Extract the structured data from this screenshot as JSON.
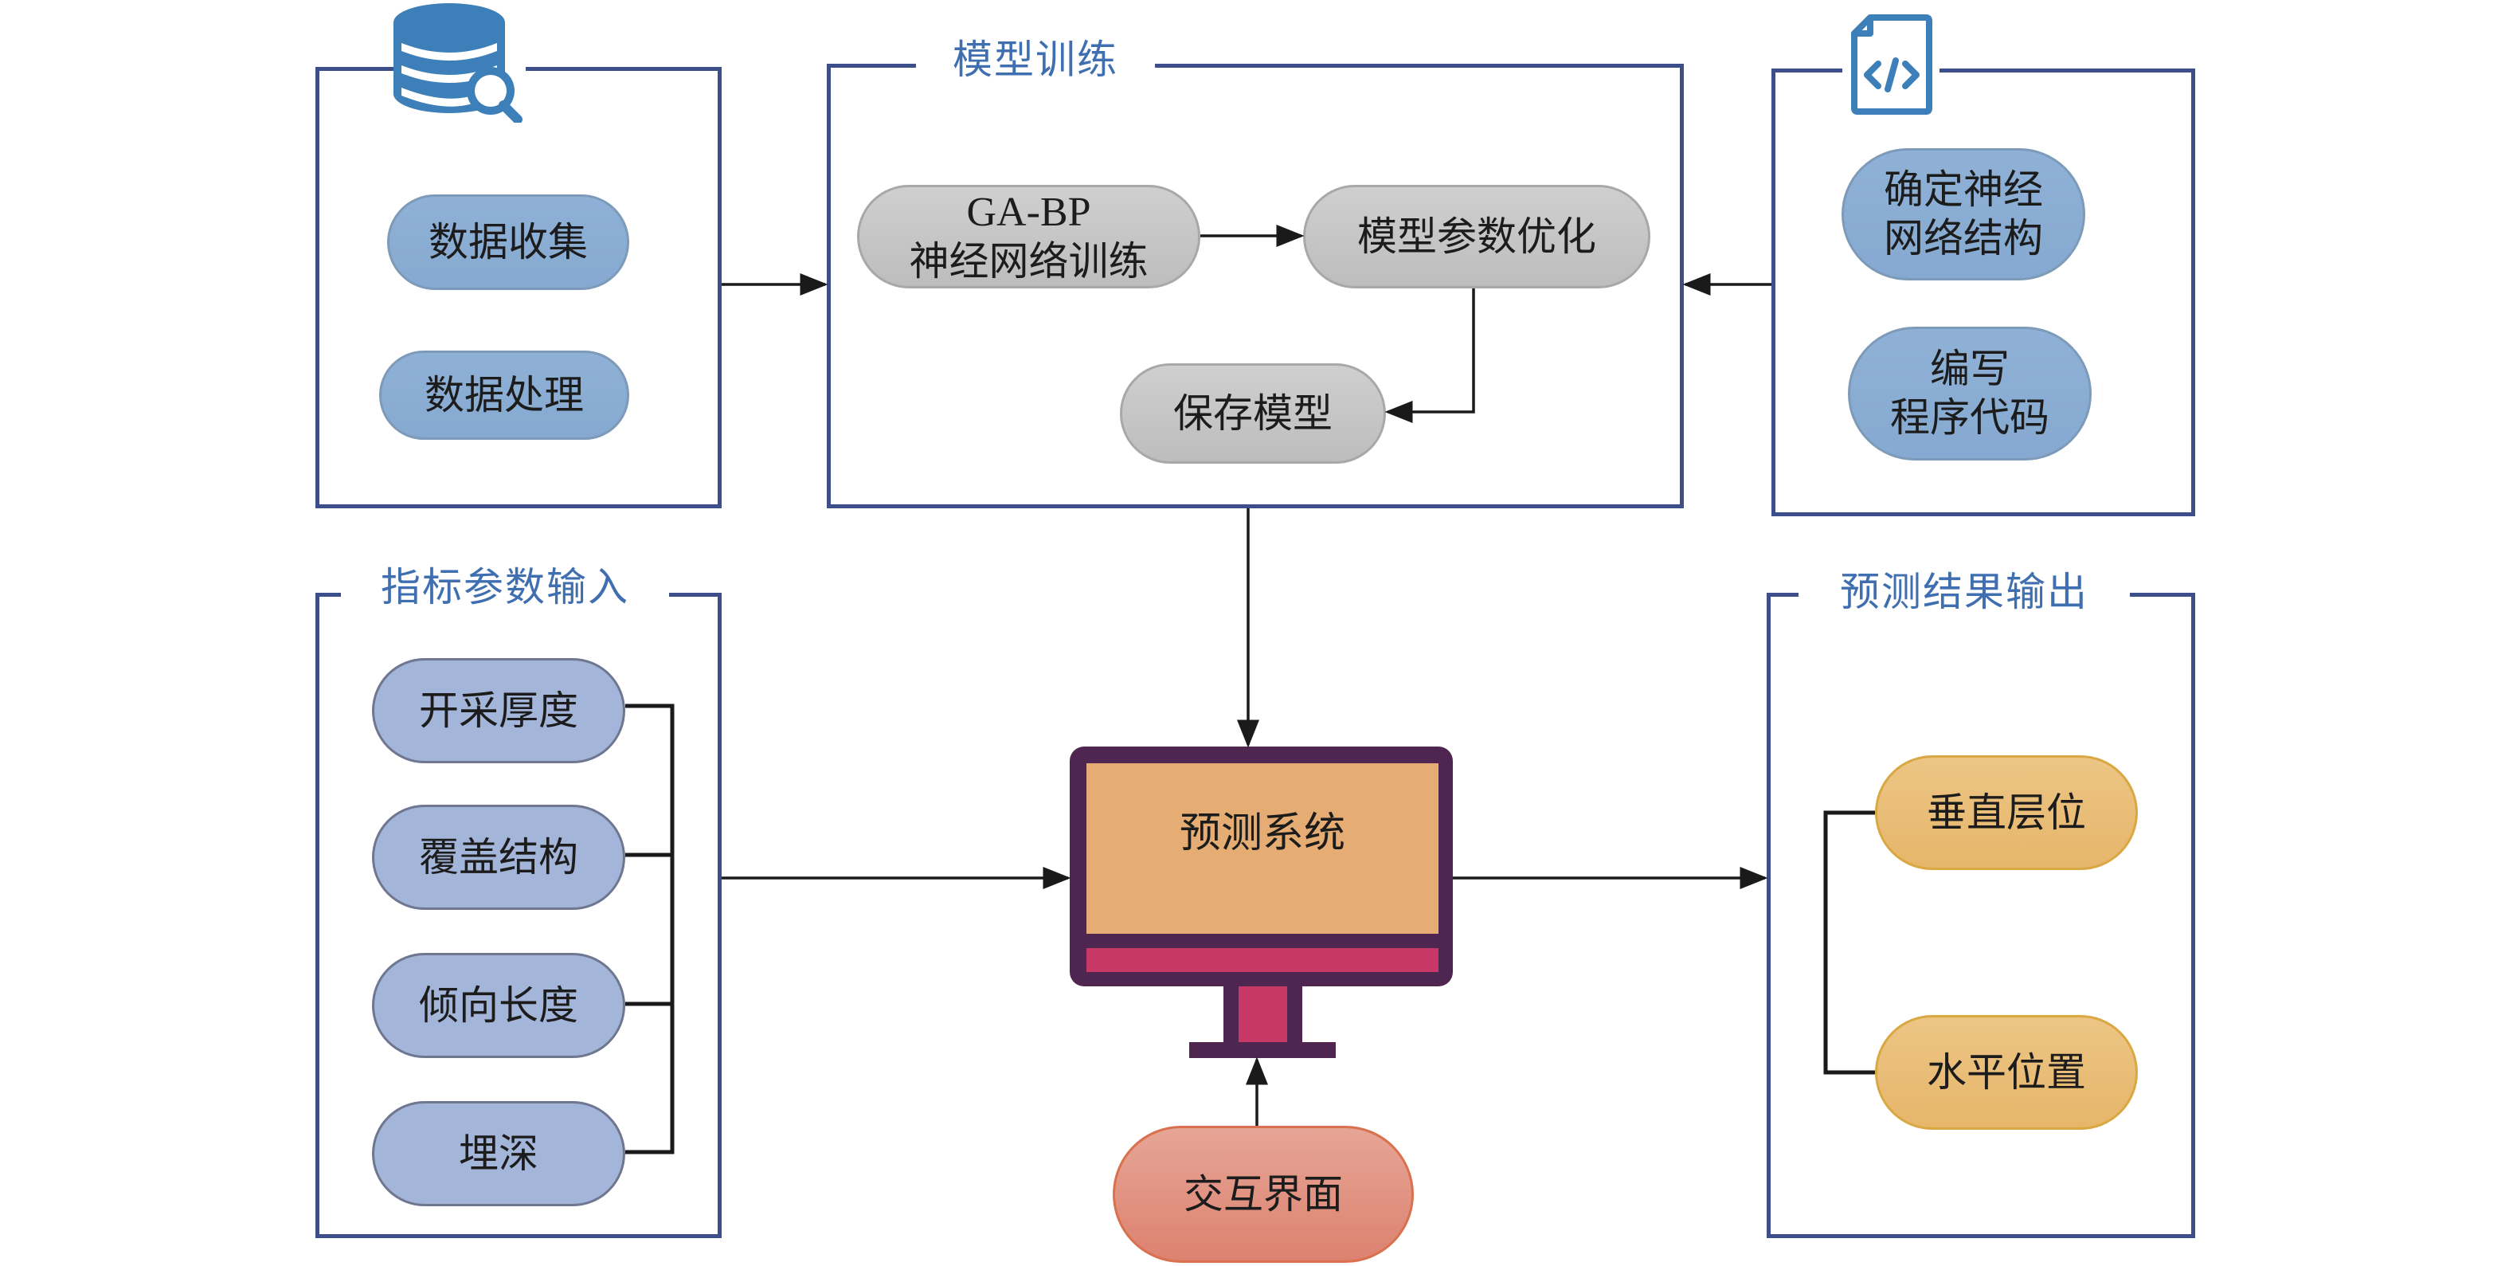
{
  "colors": {
    "frame": "#3d4f8a",
    "title_text": "#3f6fb0",
    "icon_blue": "#3d7fb8",
    "monitor_frame": "#4e2650",
    "monitor_screen": "#e5ad73",
    "monitor_accent": "#c73867",
    "connector": "#1a1a1a"
  },
  "panels": {
    "data": {
      "icon": "database-search-icon",
      "items": [
        "数据收集",
        "数据处理"
      ]
    },
    "training": {
      "title": "模型训练",
      "nodes": {
        "gabp_line1": "GA-BP",
        "gabp_line2": "神经网络训练",
        "optimize": "模型参数优化",
        "save": "保存模型"
      }
    },
    "code": {
      "icon": "code-file-icon",
      "items": [
        {
          "line1": "确定神经",
          "line2": "网络结构"
        },
        {
          "line1": "编写",
          "line2": "程序代码"
        }
      ]
    },
    "input": {
      "title": "指标参数输入",
      "items": [
        "开采厚度",
        "覆盖结构",
        "倾向长度",
        "埋深"
      ]
    },
    "output": {
      "title": "预测结果输出",
      "items": [
        "垂直层位",
        "水平位置"
      ]
    }
  },
  "system": {
    "label": "预测系统",
    "icon": "monitor-icon"
  },
  "interface": {
    "label": "交互界面"
  }
}
